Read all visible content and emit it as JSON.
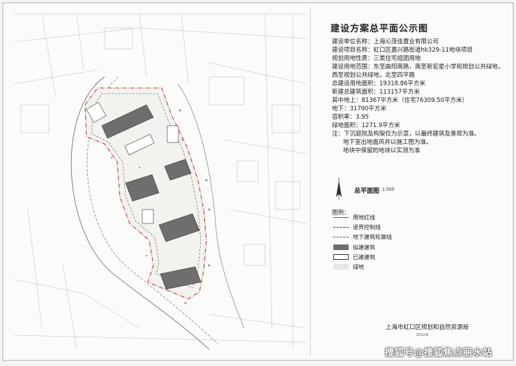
{
  "title": "建设方案总平面公示图",
  "info_lines": [
    "建设单位名称：上海沁茂佳置业有限公司",
    "建设项目名称：虹口区嘉兴路街道hk329-11地块项目",
    "规划用地性质：三类住宅组团用地",
    "建设用地范围：东至曲阳南路，南至新宏星小学和规划公共绿地，",
    "西至规划公共绿地，北至四平路",
    "总建设用地面积：19318.86平方米",
    "新建总建筑面积：113157平方米",
    "其中地上：81367平方米（住宅76309.50平方米）",
    "地下：31790平方米",
    "容积率：3.95",
    "绿地面积：1271.9平方米",
    "注：下沉庭院及构架仅为示意，以最终建筑及景观为准。",
    "地下室出地面风井以施工图为准。",
    "地块中保留的地块以实测为准"
  ],
  "scale": {
    "label": "总平面图",
    "ratio": "1:500"
  },
  "legend": {
    "title": "图例：",
    "items": [
      {
        "label": "用地红线",
        "kind": "line",
        "color": "#c0392b"
      },
      {
        "label": "退界控制线",
        "kind": "dash",
        "color": "#333333"
      },
      {
        "label": "地下建筑轮廓线",
        "kind": "dash",
        "color": "#555555"
      },
      {
        "label": "拟建建筑",
        "kind": "fill",
        "color": "#6e6e6e"
      },
      {
        "label": "已建建筑",
        "kind": "outline",
        "color": "#ffffff"
      },
      {
        "label": "绿地",
        "kind": "fill",
        "color": "#e6e6e2"
      }
    ]
  },
  "authority": "上海市虹口区规划和自然资源局",
  "date": "2022年",
  "watermark": "搜狐号@搜狐焦点丽水站"
}
